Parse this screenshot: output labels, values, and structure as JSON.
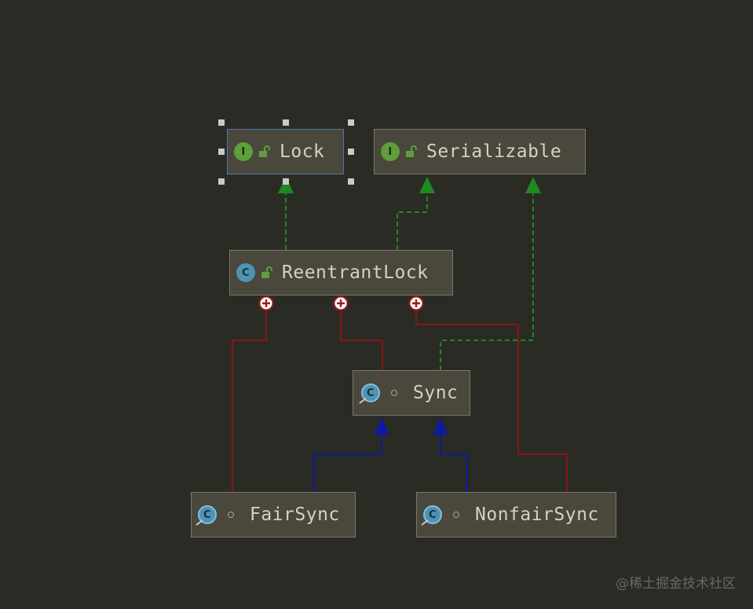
{
  "nodes": {
    "lock": {
      "label": "Lock",
      "kind": "interface",
      "badge": "I",
      "modifier": "public",
      "selected": true
    },
    "serializable": {
      "label": "Serializable",
      "kind": "interface",
      "badge": "I",
      "modifier": "public"
    },
    "reentrant_lock": {
      "label": "ReentrantLock",
      "kind": "class",
      "badge": "C",
      "modifier": "public"
    },
    "sync": {
      "label": "Sync",
      "kind": "abstract-inner-class",
      "badge": "C",
      "modifier": "package-private"
    },
    "fair_sync": {
      "label": "FairSync",
      "kind": "inner-class",
      "badge": "C",
      "modifier": "package-private"
    },
    "nonfair_sync": {
      "label": "NonfairSync",
      "kind": "inner-class",
      "badge": "C",
      "modifier": "package-private"
    }
  },
  "edges": [
    {
      "from": "ReentrantLock",
      "to": "Lock",
      "type": "implements",
      "color": "#1f8a1f"
    },
    {
      "from": "ReentrantLock",
      "to": "Serializable",
      "type": "implements",
      "color": "#1f8a1f"
    },
    {
      "from": "Sync",
      "to": "Serializable",
      "type": "implements",
      "color": "#1f8a1f"
    },
    {
      "from": "FairSync",
      "to": "Sync",
      "type": "extends",
      "color": "#0c1aa0"
    },
    {
      "from": "NonfairSync",
      "to": "Sync",
      "type": "extends",
      "color": "#0c1aa0"
    },
    {
      "from": "ReentrantLock",
      "to": "FairSync",
      "type": "inner",
      "color": "#8a1414"
    },
    {
      "from": "ReentrantLock",
      "to": "Sync",
      "type": "inner",
      "color": "#8a1414"
    },
    {
      "from": "ReentrantLock",
      "to": "NonfairSync",
      "type": "inner",
      "color": "#8a1414"
    }
  ],
  "colors": {
    "background": "#2b2b26",
    "node_fill": "#4a473c",
    "implements": "#1f8a1f",
    "extends": "#0c1aa0",
    "inner": "#8a1414",
    "selection": "#4d78a8"
  },
  "watermark": "@稀土掘金技术社区"
}
